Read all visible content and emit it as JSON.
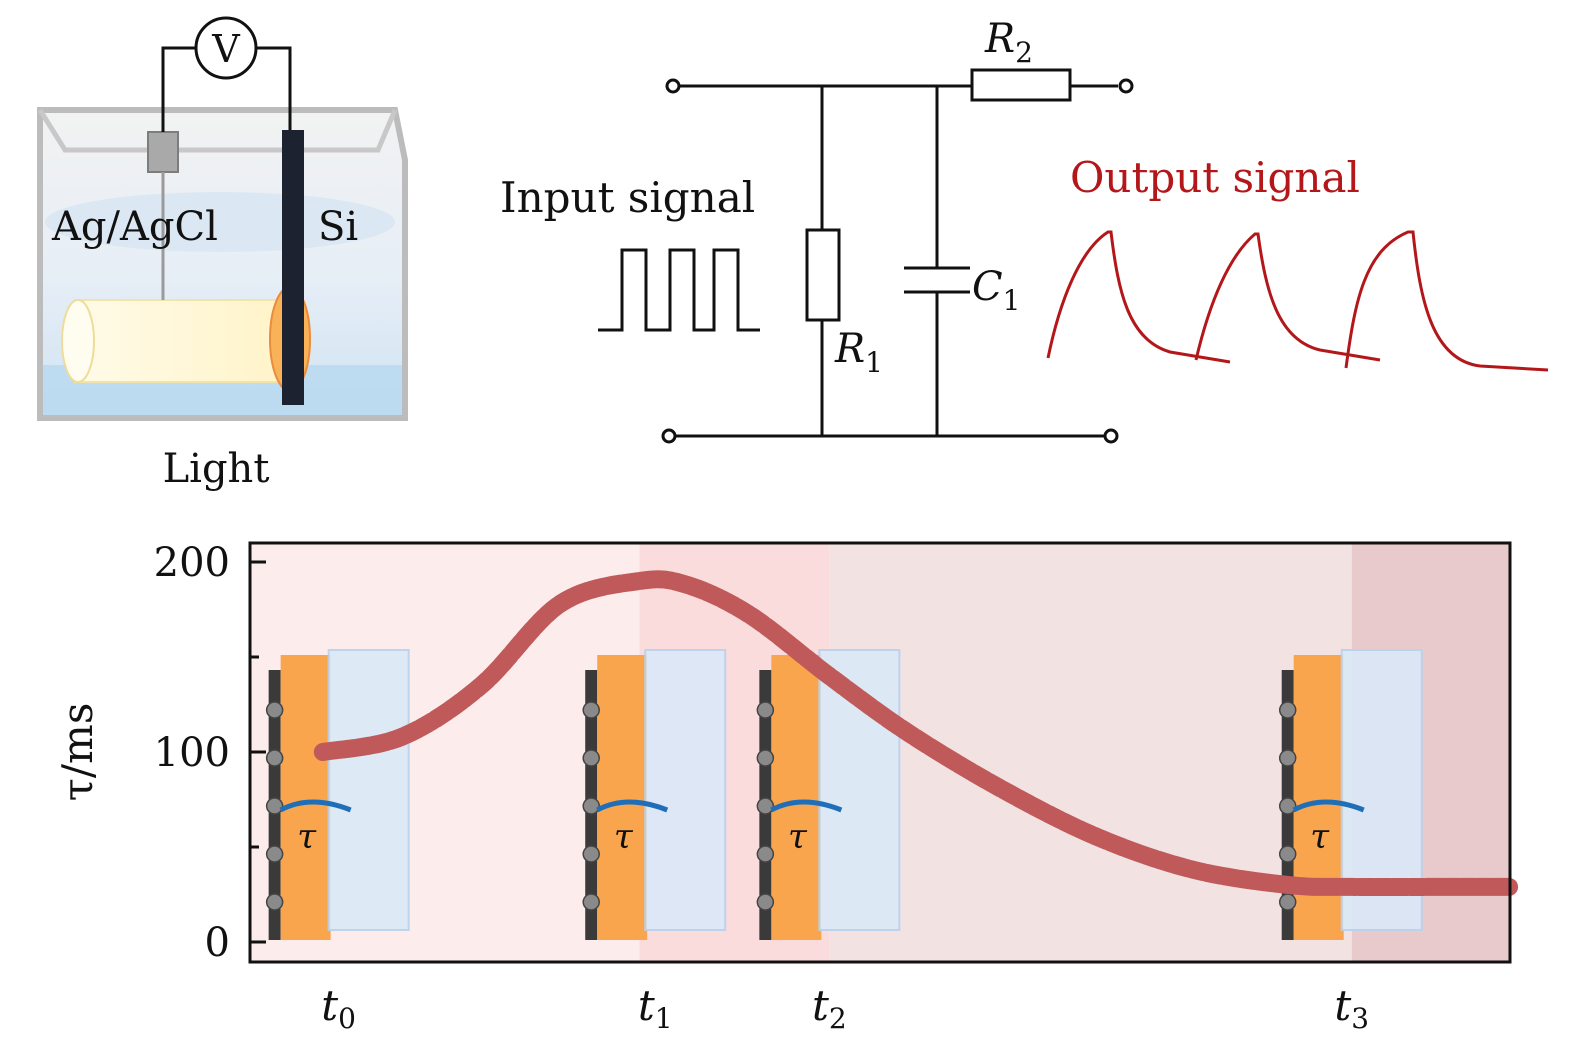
{
  "cell": {
    "voltmeter_label": "V",
    "electrode_left_label": "Ag/AgCl",
    "electrode_right_label": "Si",
    "light_label": "Light"
  },
  "circuit": {
    "input_label": "Input signal",
    "output_label": "Output signal",
    "r1_label": "R",
    "r1_sub": "1",
    "r2_label": "R",
    "r2_sub": "2",
    "c1_label": "C",
    "c1_sub": "1",
    "output_color": "#b3171a"
  },
  "chart_data": {
    "type": "line",
    "ylabel": "τ/ms",
    "ylabel_unit": "/ms",
    "ylim": [
      0,
      210
    ],
    "yticks": [
      "0",
      "100",
      "200"
    ],
    "x_markers": [
      {
        "label": "t",
        "sub": "0",
        "x": 0.0
      },
      {
        "label": "t",
        "sub": "1",
        "x": 1.0
      },
      {
        "label": "t",
        "sub": "2",
        "x": 1.55
      },
      {
        "label": "t",
        "sub": "3",
        "x": 3.2
      }
    ],
    "xlim": [
      -0.28,
      3.7
    ],
    "regions": [
      {
        "from": -0.28,
        "to": 0.95,
        "color": "#fdecec"
      },
      {
        "from": 0.95,
        "to": 1.55,
        "color": "#fbdcdc"
      },
      {
        "from": 1.55,
        "to": 3.2,
        "color": "#f3e2e2"
      },
      {
        "from": 3.2,
        "to": 3.7,
        "color": "#e8c9cc"
      }
    ],
    "series": [
      {
        "color": "#c05a5a",
        "x": [
          -0.05,
          0.2,
          0.45,
          0.7,
          0.95,
          1.1,
          1.3,
          1.55,
          1.8,
          2.1,
          2.4,
          2.7,
          3.0,
          3.2,
          3.5,
          3.7
        ],
        "y": [
          100,
          108,
          135,
          178,
          190,
          188,
          172,
          140,
          110,
          80,
          55,
          38,
          30,
          29,
          29,
          29
        ]
      }
    ],
    "inset_labels": [
      "τ",
      "τ",
      "τ",
      "τ"
    ],
    "grid": false
  }
}
